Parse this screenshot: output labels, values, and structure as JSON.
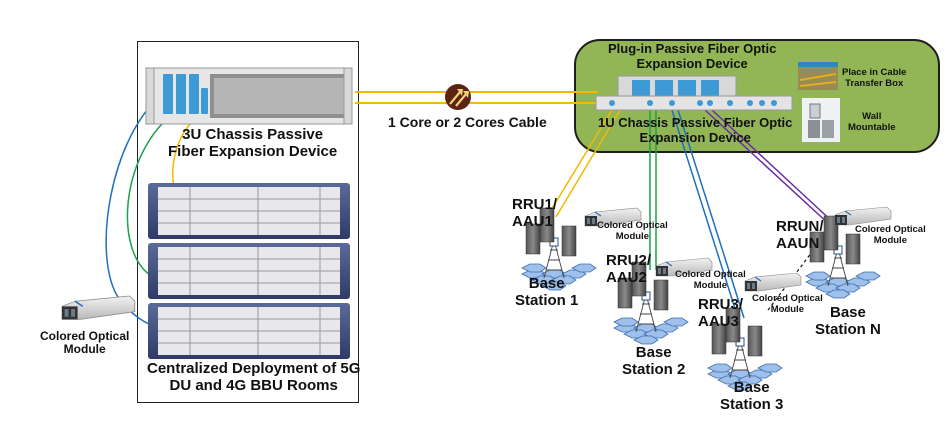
{
  "diagram": {
    "title": "5G fronthaul passive fiber expansion deployment",
    "left_panel": {
      "chassis_3u_label": "3U Chassis Passive Fiber Expansion Device",
      "chassis_3u_lines": [
        "3U Chassis Passive",
        "Fiber Expansion Device"
      ],
      "bbu_room_lines": [
        "Centralized Deployment of 5G",
        "DU and 4G BBU Rooms"
      ],
      "bbu_units": 3,
      "external_module_lines": [
        "Colored Optical",
        "Module"
      ]
    },
    "cable": {
      "label": "1 Core or 2 Cores Cable",
      "icon": "double-arrow-icon",
      "color": "#f5b800"
    },
    "right_panel": {
      "plugin_label_lines": [
        "Plug-in Passive Fiber Optic",
        "Expansion Device"
      ],
      "chassis_1u_lines": [
        "1U Chassis Passive Fiber Optic",
        "Expansion Device"
      ],
      "options": [
        {
          "label_lines": [
            "Place in Cable",
            "Transfer Box"
          ],
          "icon": "cable-box-photo"
        },
        {
          "label_lines": [
            "Wall",
            "Mountable"
          ],
          "icon": "wall-mount-photo"
        }
      ],
      "background_color": "#92b655"
    },
    "base_stations": [
      {
        "unit_lines": [
          "RRU1/",
          "AAU1"
        ],
        "name_lines": [
          "Base",
          "Station 1"
        ],
        "module_lines": [
          "Colored Optical",
          "Module"
        ],
        "fiber_color": "#f5b800"
      },
      {
        "unit_lines": [
          "RRU2/",
          "AAU2"
        ],
        "name_lines": [
          "Base",
          "Station 2"
        ],
        "module_lines": [
          "Colored Optical",
          "Module"
        ],
        "fiber_color": "#1aa34a"
      },
      {
        "unit_lines": [
          "RRU3/",
          "AAU3"
        ],
        "name_lines": [
          "Base",
          "Station 3"
        ],
        "module_lines": [
          "Colored Optical",
          "Module"
        ],
        "fiber_color": "#1f6fc0"
      },
      {
        "unit_lines": [
          "RRUN/",
          "AAUN"
        ],
        "name_lines": [
          "Base",
          "Station N"
        ],
        "module_lines": [
          "Colored Optical",
          "Module"
        ],
        "fiber_color": "#6a2fa0"
      }
    ],
    "colors": {
      "yellow_fiber": "#f5b800",
      "green_fiber": "#1aa34a",
      "blue_fiber": "#1f6fc0",
      "purple_fiber": "#6a2fa0",
      "cable_icon_bg": "#5a2410"
    }
  }
}
